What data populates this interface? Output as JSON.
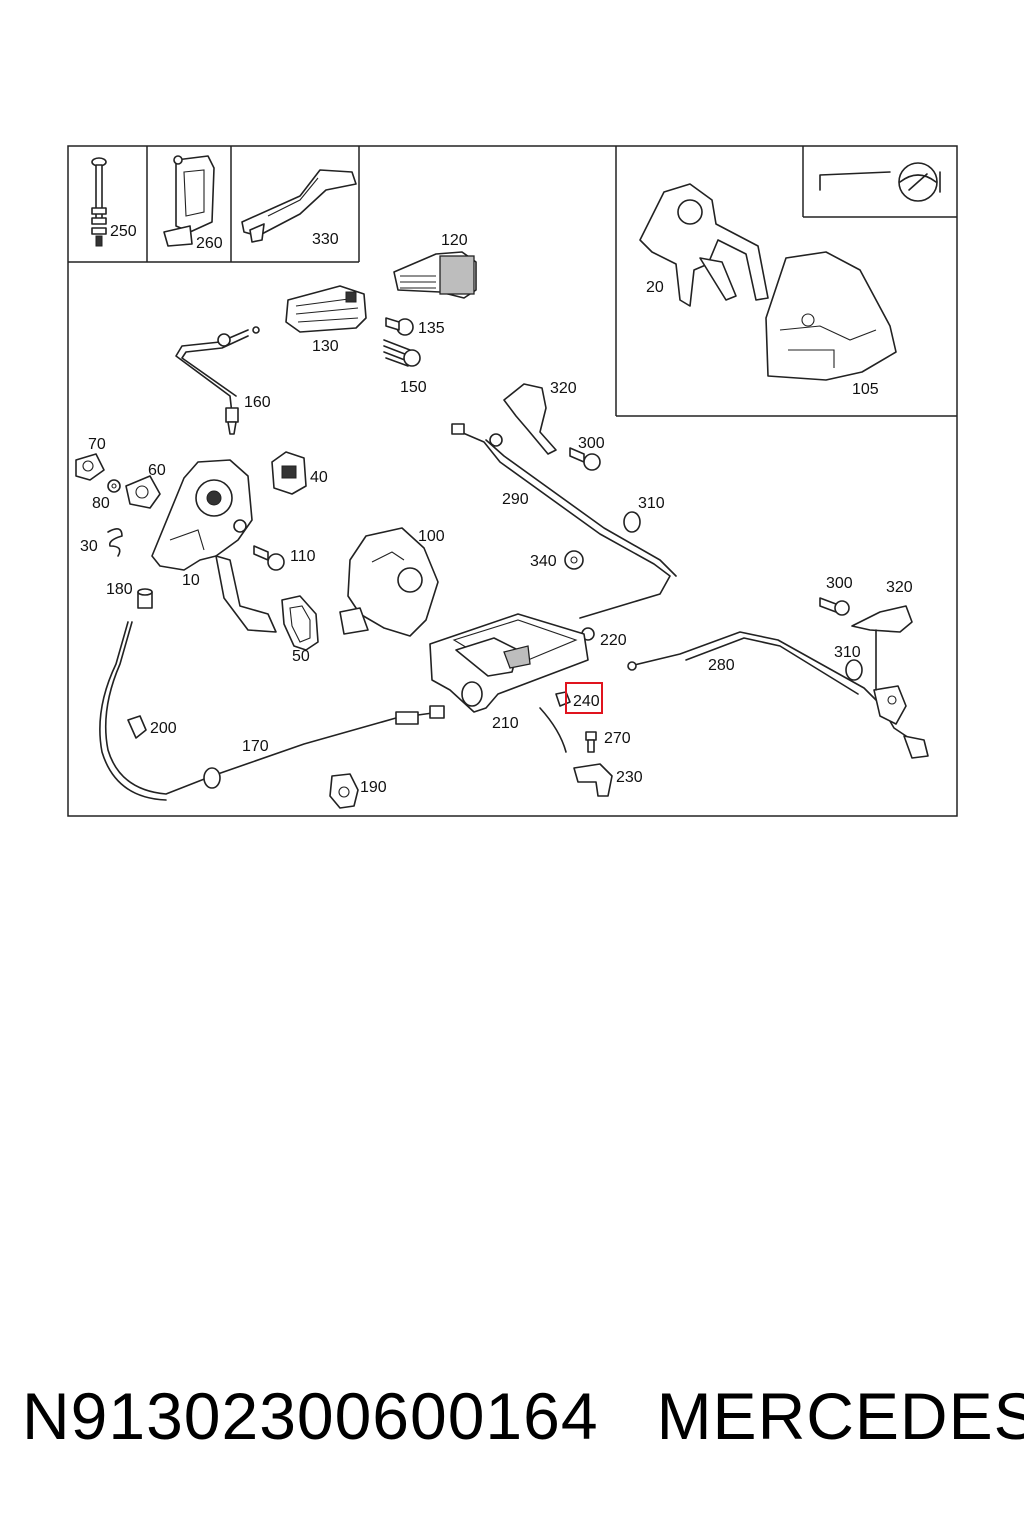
{
  "labels": {
    "p250": "250",
    "p260": "260",
    "p330": "330",
    "p120": "120",
    "p130": "130",
    "p135": "135",
    "p150": "150",
    "p160": "160",
    "p70": "70",
    "p60": "60",
    "p80": "80",
    "p40": "40",
    "p30": "30",
    "p10": "10",
    "p110": "110",
    "p100": "100",
    "p50": "50",
    "p180": "180",
    "p200": "200",
    "p170": "170",
    "p190": "190",
    "p20": "20",
    "p105": "105",
    "p320a": "320",
    "p300a": "300",
    "p290": "290",
    "p310a": "310",
    "p340": "340",
    "p220": "220",
    "p210": "210",
    "p240": "240",
    "p270": "270",
    "p230": "230",
    "p300b": "300",
    "p320b": "320",
    "p310b": "310",
    "p280": "280"
  },
  "highlighted_callout": "240",
  "highlight_color": "#e0141e",
  "footer": {
    "part_number": "N91302300600164",
    "brand": "MERCEDES"
  }
}
